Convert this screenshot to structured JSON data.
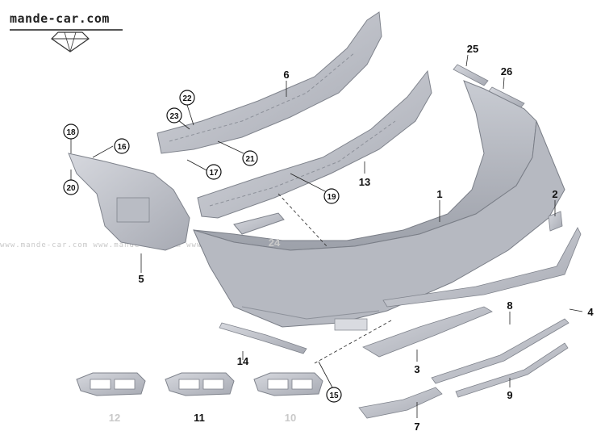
{
  "brand": {
    "site": "mande-car.com",
    "logo": "logo-diamond-icon"
  },
  "watermark": "www.mande-car.com  www.mande-car.com  www.mande-car.com  www.mande-car.com  www.mande-car.com",
  "callouts": {
    "c1": "1",
    "c2": "2",
    "c3": "3",
    "c4": "4",
    "c5": "5",
    "c6": "6",
    "c7": "7",
    "c8": "8",
    "c9": "9",
    "c10": "10",
    "c11": "11",
    "c12": "12",
    "c13": "13",
    "c14": "14",
    "c15": "15",
    "c16": "16",
    "c17": "17",
    "c18": "18",
    "c19": "19",
    "c20": "20",
    "c21": "21",
    "c22": "22",
    "c23": "23",
    "c24": "24",
    "c25": "25",
    "c26": "26"
  }
}
